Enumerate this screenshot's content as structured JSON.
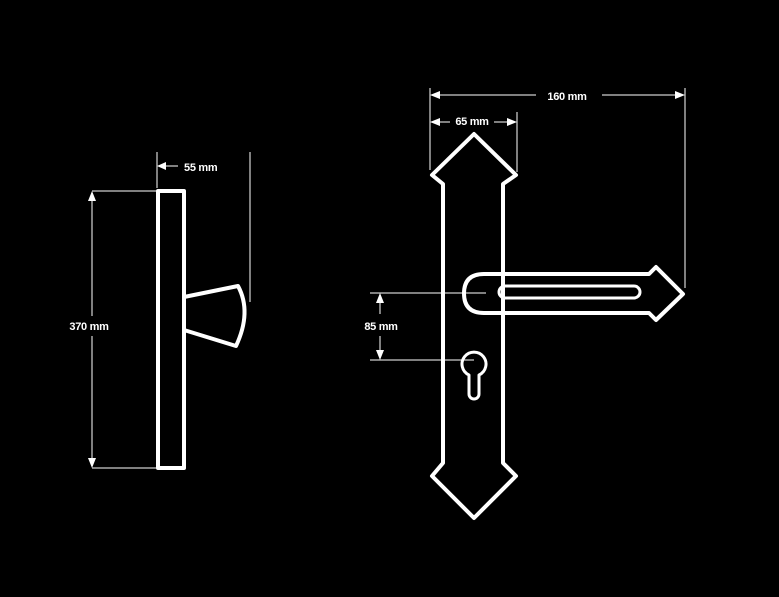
{
  "side_view": {
    "height_label": "370 mm",
    "projection_label": "55 mm"
  },
  "front_view": {
    "overall_width_label": "160 mm",
    "plate_width_label": "65 mm",
    "center_distance_label": "85 mm"
  },
  "colors": {
    "background": "#000000",
    "line": "#ffffff"
  }
}
